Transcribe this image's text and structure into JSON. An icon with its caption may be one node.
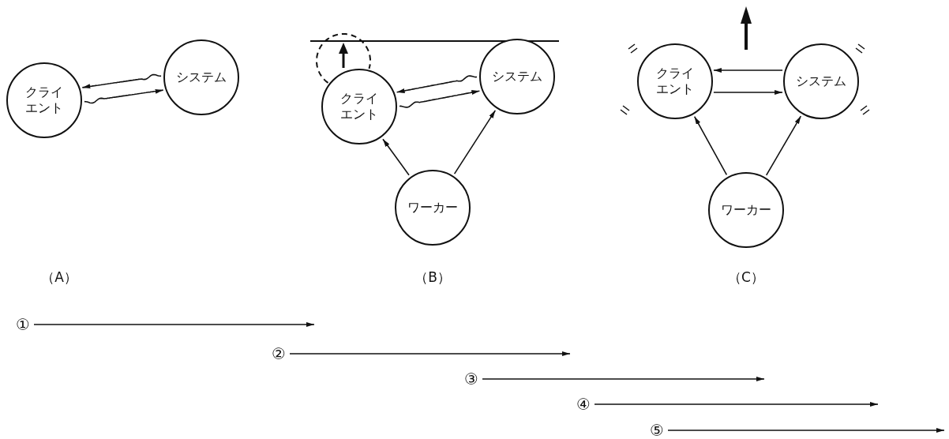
{
  "diagram": {
    "nodes": [
      {
        "text": [
          "クライエント"
        ]
      },
      {
        "text": [
          "システム"
        ]
      },
      {
        "text": [],
        "shape": "circle"
      },
      {
        "text": [
          "クライエント"
        ]
      },
      {
        "text": [
          "システム"
        ]
      },
      {
        "text": [
          "ワーカー"
        ]
      },
      {
        "text": [
          "クライエント"
        ]
      },
      {
        "text": [
          "システム"
        ]
      },
      {
        "text": [
          "ワーカー"
        ]
      },
      {
        "text": [
          "①"
        ]
      },
      {
        "text": [
          "②"
        ]
      },
      {
        "text": [
          "③"
        ]
      },
      {
        "text": [
          "④"
        ]
      },
      {
        "text": [
          "⑤"
        ]
      }
    ],
    "edges": [
      {
        "from": 1,
        "to": 0,
        "arrow": "to"
      },
      {
        "from": 0,
        "to": 1,
        "arrow": "to"
      },
      {
        "from": 4,
        "to": 3,
        "arrow": "to"
      },
      {
        "from": 3,
        "to": 4,
        "arrow": "to"
      },
      {
        "from": 5,
        "to": 3,
        "arrow": "to"
      },
      {
        "from": 5,
        "to": 4,
        "arrow": "to"
      },
      {
        "from": 7,
        "to": 6,
        "arrow": "to"
      },
      {
        "from": 6,
        "to": 7,
        "arrow": "to"
      },
      {
        "from": 8,
        "to": 6,
        "arrow": "to"
      },
      {
        "from": 8,
        "to": 7,
        "arrow": "to"
      },
      {
        "from": 9,
        "to": null,
        "arrow": "to"
      },
      {
        "from": 10,
        "to": null,
        "arrow": "to"
      },
      {
        "from": 11,
        "to": null,
        "arrow": "to"
      },
      {
        "from": 12,
        "to": null,
        "arrow": "to"
      },
      {
        "from": 13,
        "to": null,
        "arrow": "to"
      }
    ],
    "labels": [
      "（A）",
      "（B）",
      "（C）"
    ]
  }
}
